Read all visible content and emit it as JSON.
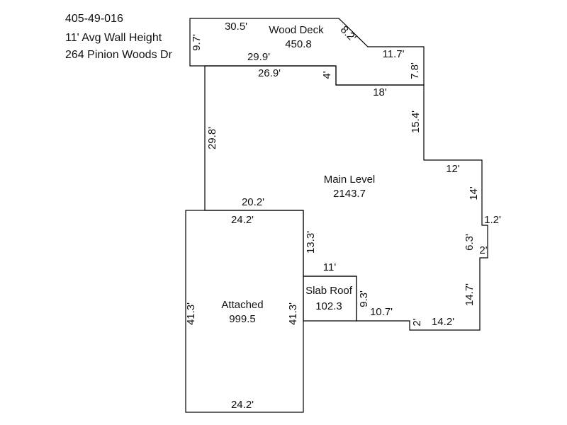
{
  "header": {
    "parcel_id": "405-49-016",
    "wall_height": "11' Avg Wall Height",
    "address": "264 Pinion Woods Dr"
  },
  "areas": {
    "wood_deck": {
      "name": "Wood Deck",
      "sqft": "450.8"
    },
    "main_level": {
      "name": "Main Level",
      "sqft": "2143.7"
    },
    "attached": {
      "name": "Attached",
      "sqft": "999.5"
    },
    "slab_roof": {
      "name": "Slab Roof",
      "sqft": "102.3"
    }
  },
  "dimensions": {
    "deck_top": "30.5'",
    "deck_left": "9.7'",
    "deck_diag": "8.2'",
    "deck_right_top": "11.7'",
    "deck_bottom": "29.9'",
    "deck_right_side": "7.8'",
    "main_top": "26.9'",
    "main_step": "4'",
    "main_18": "18'",
    "main_left": "29.8'",
    "main_right_upper": "15.4'",
    "main_12": "12'",
    "main_14": "14'",
    "main_1_2": "1.2'",
    "main_6_3": "6.3'",
    "main_2_right": "2'",
    "main_14_7": "14.7'",
    "main_14_2": "14.2'",
    "main_2_bottom": "2'",
    "main_10_7": "10.7'",
    "main_20_2": "20.2'",
    "main_13_3": "13.3'",
    "att_top": "24.2'",
    "att_left": "41.3'",
    "att_right": "41.3'",
    "att_bottom": "24.2'",
    "slab_top": "11'",
    "slab_right": "9.3'"
  }
}
